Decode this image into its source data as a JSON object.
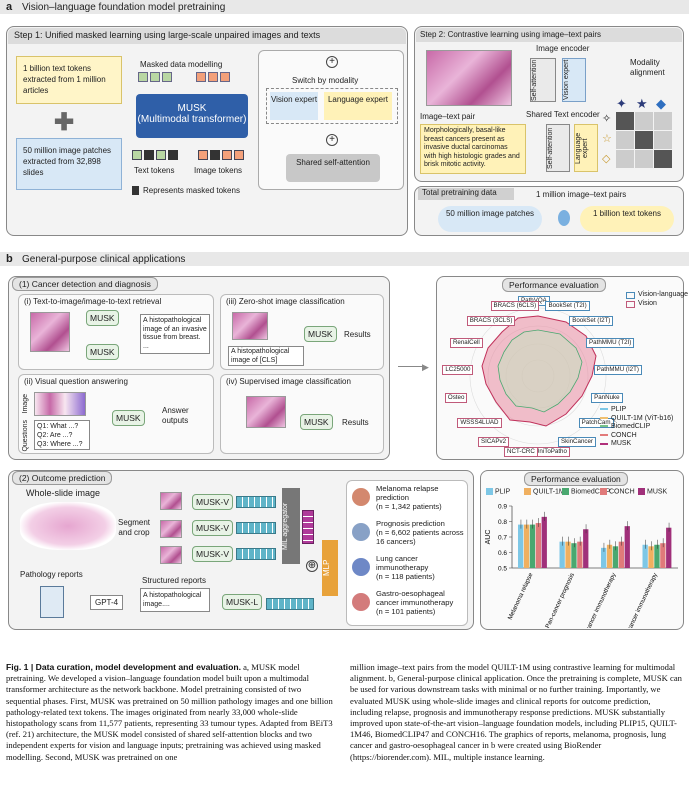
{
  "panel_a": {
    "label": "a",
    "title": "Vision–language foundation model pretraining",
    "step1": {
      "title": "Step 1: Unified masked learning using large-scale unpaired images and texts",
      "text_source": "1 billion text tokens extracted from 1 million articles",
      "image_source": "50 million image patches extracted from 32,898 slides",
      "masked_modelling": "Masked data modelling",
      "musk_name": "MUSK",
      "musk_sub": "(Multimodal transformer)",
      "text_tokens": "Text tokens",
      "image_tokens": "Image tokens",
      "masked_note": "Represents masked tokens",
      "switch": "Switch by modality",
      "vision_expert": "Vision expert",
      "language_expert": "Language expert",
      "shared_attention": "Shared self-attention"
    },
    "step2": {
      "title": "Step 2: Contrastive learning using image–text pairs",
      "image_encoder": "Image encoder",
      "self_attention": "Self-attention",
      "vision_expert": "Vision expert",
      "shared_text_encoder": "Shared Text encoder",
      "language_expert": "Language expert",
      "image_text_pair": "Image–text pair",
      "pair_text": "Morphologically, basal-like breast cancers present as invasive ductal carcinomas with high histologic grades and brisk mitotic activity.",
      "modality_alignment": "Modality alignment"
    },
    "total": {
      "title": "Total pretraining data",
      "pairs": "1 million image–text pairs",
      "images": "50 million image patches",
      "tokens": "1 billion text tokens"
    }
  },
  "panel_b": {
    "label": "b",
    "title": "General-purpose clinical applications",
    "cancer": {
      "title": "(1) Cancer detection and diagnosis",
      "i": "(i) Text-to-image/image-to-text retrieval",
      "i_text": "A histopathological image of an invasive tissue from breast. ...",
      "ii": "(ii) Visual question answering",
      "ii_image": "Image",
      "ii_questions": "Questions",
      "q1": "Q1: What ...?",
      "q2": "Q2: Are ...?",
      "q3": "Q3: Where ...?",
      "answer": "Answer outputs",
      "iii": "(iii) Zero-shot image classification",
      "iii_text": "A histopathological image of [CLS]",
      "iv": "(iv) Supervised image classification",
      "results": "Results",
      "musk": "MUSK"
    },
    "perf": {
      "title": "Performance evaluation",
      "legend_vl": "Vision-language",
      "legend_v": "Vision",
      "labels": [
        "PathVQA",
        "BookSet (T2I)",
        "BookSet (I2T)",
        "PathMMU (T2I)",
        "PathMMU (I2T)",
        "PanNuke",
        "PatchCam",
        "SkinCancer",
        "UniToPatho",
        "NCT-CRC",
        "SICAPv2",
        "WSSS4LUAD",
        "Osteo",
        "LC25000",
        "RenalCell",
        "BRACS (3CLS)",
        "BRACS (6CLS)"
      ],
      "models": [
        "PLIP",
        "QUILT-1M (ViT-b16)",
        "BiomedCLIP",
        "CONCH",
        "MUSK"
      ],
      "model_colors": [
        "#7dc7e6",
        "#f0c070",
        "#7ac48a",
        "#e27a7a",
        "#b0307a"
      ]
    },
    "outcome": {
      "title": "(2) Outcome prediction",
      "wsi": "Whole-slide image",
      "segment": "Segment and crop",
      "musk_v": "MUSK-V",
      "mil": "MIL aggregator",
      "mlp": "MLP",
      "reports": "Pathology reports",
      "gpt4": "GPT-4",
      "structured": "Structured reports",
      "report_text": "A histopathological image....",
      "musk_l": "MUSK-L",
      "tasks": [
        {
          "name": "Melanoma relapse prediction",
          "n": "(n = 1,342 patients)"
        },
        {
          "name": "Prognosis prediction",
          "n": "(n = 6,602 patients across 16 cancers)"
        },
        {
          "name": "Lung cancer immunotherapy",
          "n": "(n = 118 patients)"
        },
        {
          "name": "Gastro-oesophageal cancer immunotherapy",
          "n": "(n = 101 patients)"
        }
      ]
    },
    "perf2": {
      "title": "Performance evaluation",
      "ylabel": "AUC"
    }
  },
  "chart_data": {
    "type": "bar",
    "title": "Performance evaluation",
    "ylabel": "AUC",
    "ylim": [
      0.5,
      0.9
    ],
    "yticks": [
      "0.9",
      "0.8",
      "0.7",
      "0.6",
      "0.5"
    ],
    "categories": [
      "Melanoma relapse",
      "Pan-cancer prognosis",
      "Lung cancer immunotherapy",
      "Gastric cancer immunotherapy"
    ],
    "series": [
      {
        "name": "PLIP",
        "color": "#7dc7e6",
        "values": [
          0.78,
          0.67,
          0.63,
          0.65
        ]
      },
      {
        "name": "QUILT-1M",
        "color": "#f0b060",
        "values": [
          0.78,
          0.67,
          0.65,
          0.64
        ]
      },
      {
        "name": "BiomedCLIP",
        "color": "#4aa870",
        "values": [
          0.78,
          0.66,
          0.64,
          0.65
        ]
      },
      {
        "name": "CONCH",
        "color": "#e07a7a",
        "values": [
          0.79,
          0.67,
          0.67,
          0.66
        ]
      },
      {
        "name": "MUSK",
        "color": "#a0307a",
        "values": [
          0.83,
          0.75,
          0.77,
          0.76
        ]
      }
    ]
  },
  "caption": {
    "left": [
      {
        "bold": "Fig. 1 | Data curation, model development and evaluation.",
        "text": " a, MUSK model pretraining. We developed a vision–language foundation model built upon a multimodal transformer architecture as the network backbone. Model pretraining consisted of two sequential phases. First, MUSK was pretrained on 50 million pathology images and one billion pathology-related text tokens. The images originated from nearly 33,000 whole-slide histopathology scans from 11,577 patients, representing 33 tumour types. Adapted from BEiT3 (ref. 21) architecture, the MUSK model consisted of shared self-attention blocks and two independent experts for vision and language inputs; pretraining was achieved using masked modelling. Second, MUSK was pretrained on one"
      }
    ],
    "right": "million image–text pairs from the model QUILT-1M using contrastive learning for multimodal alignment. b, General-purpose clinical application. Once the pretraining is complete, MUSK can be used for various downstream tasks with minimal or no further training. Importantly, we evaluated MUSK using whole-slide images and clinical reports for outcome prediction, including relapse, prognosis and immunotherapy response predictions. MUSK substantially improved upon state-of-the-art vision–language foundation models, including PLIP15, QUILT-1M46, BiomedCLIP47 and CONCH16. The graphics of reports, melanoma, prognosis, lung cancer and gastro-oesophageal cancer in b were created using BioRender (https://biorender.com). MIL, multiple instance learning."
  }
}
